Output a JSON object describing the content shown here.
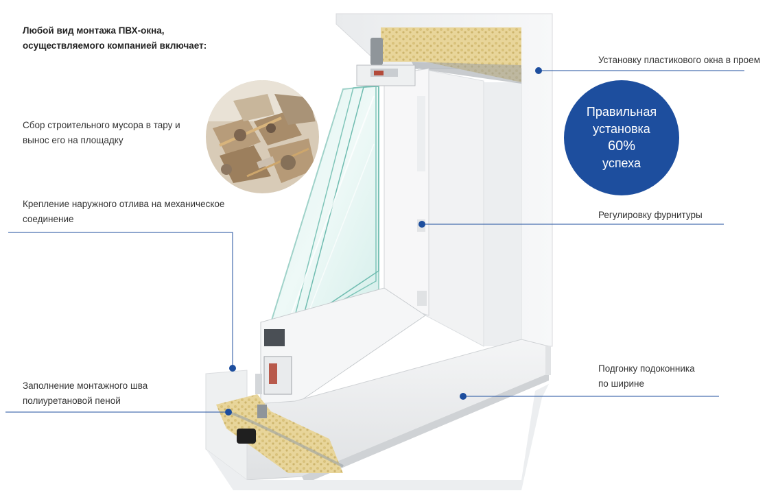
{
  "intro": {
    "line1": "Любой вид монтажа ПВХ-окна,",
    "line2": "осуществляемого компанией включает:"
  },
  "labels": {
    "debris": {
      "line1": "Сбор строительного мусора в тару и",
      "line2": "вынос его на площадку"
    },
    "sill_exterior": {
      "line1": "Крепление наружного отлива на механическое",
      "line2": "соединение"
    },
    "foam": {
      "line1": "Заполнение монтажного шва",
      "line2": "полиуретановой пеной"
    },
    "install": {
      "line1": "Установку пластикового окна в проем"
    },
    "fittings": {
      "line1": "Регулировку фурнитуры"
    },
    "sill": {
      "line1": "Подгонку подоконника",
      "line2": "по ширине"
    }
  },
  "badge": {
    "line1": "Правильная",
    "line2": "установка",
    "line3": "60%",
    "line4": "успеха"
  },
  "colors": {
    "accent": "#1d4e9e",
    "dot": "#1d4e9e",
    "line": "#1d4e9e"
  },
  "illustration": {
    "main": "window-cross-section-illustration",
    "photo": "construction-debris-photo"
  }
}
